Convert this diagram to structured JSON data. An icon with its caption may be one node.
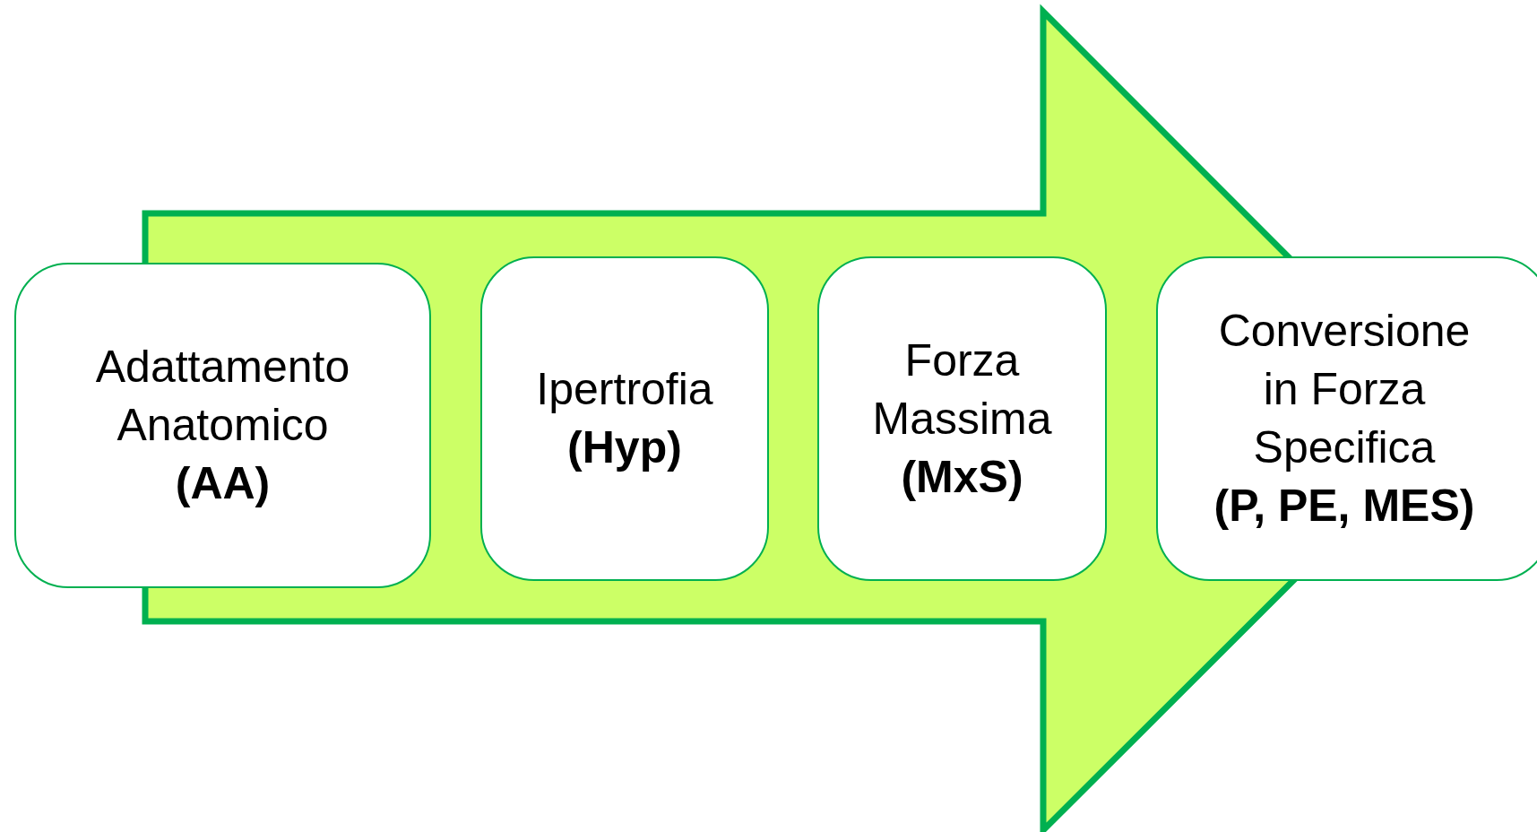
{
  "diagram": {
    "nodes": [
      {
        "text": [
          "Adattamento Anatomico",
          "(AA)"
        ]
      },
      {
        "text": [
          "Ipertrofia",
          "(Hyp)"
        ]
      },
      {
        "text": [
          "Forza Massima",
          "(MxS)"
        ]
      },
      {
        "text": [
          "Conversione in Forza Specifica",
          "(P, PE, MES)"
        ]
      }
    ],
    "edges": [
      {
        "from": 0,
        "to": 3,
        "arrow": "to"
      }
    ]
  }
}
